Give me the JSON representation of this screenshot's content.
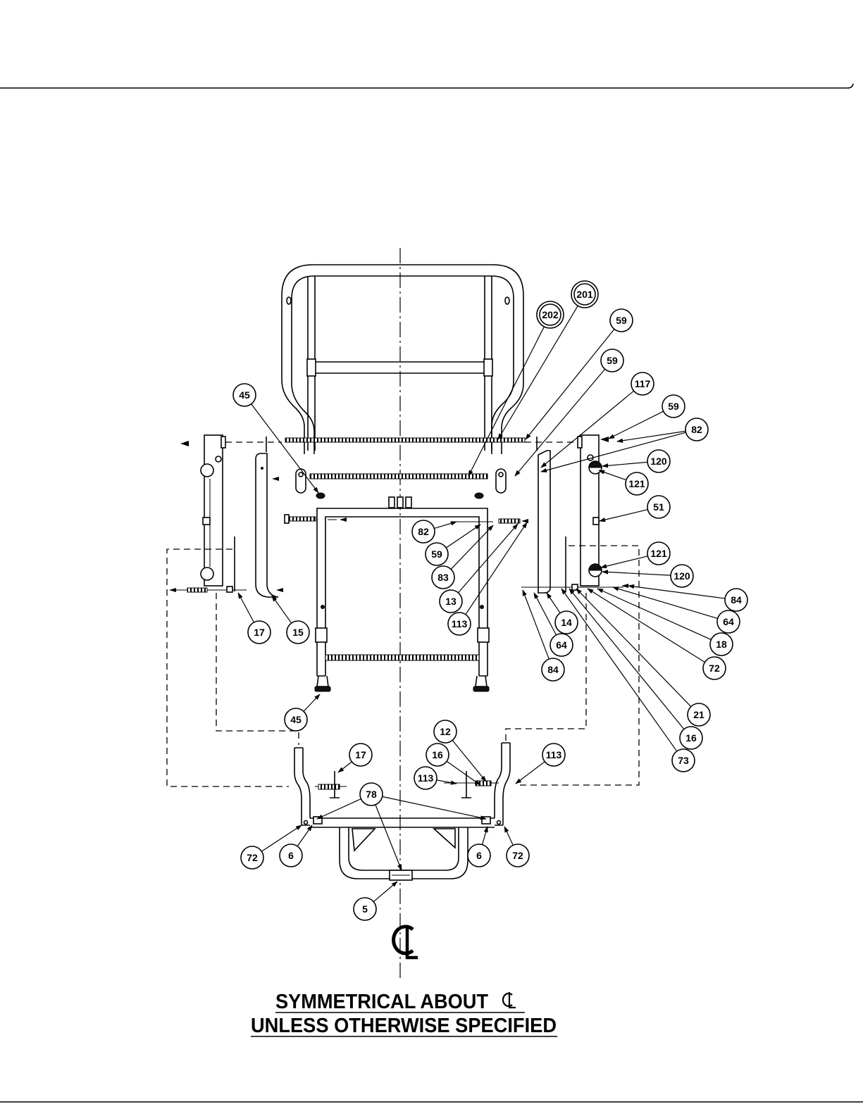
{
  "callouts": [
    "201",
    "202",
    "59",
    "59",
    "117",
    "59",
    "82",
    "120",
    "121",
    "51",
    "121",
    "120",
    "84",
    "64",
    "18",
    "72",
    "21",
    "16",
    "73",
    "14",
    "64",
    "84",
    "45",
    "82",
    "59",
    "83",
    "13",
    "113",
    "17",
    "15",
    "45",
    "12",
    "16",
    "17",
    "113",
    "113",
    "78",
    "72",
    "6",
    "6",
    "72",
    "5"
  ],
  "notes": {
    "line1": "SYMMETRICAL ABOUT",
    "line2": "UNLESS OTHERWISE SPECIFIED"
  },
  "icons": {
    "centerline": "centerline-symbol-icon"
  }
}
